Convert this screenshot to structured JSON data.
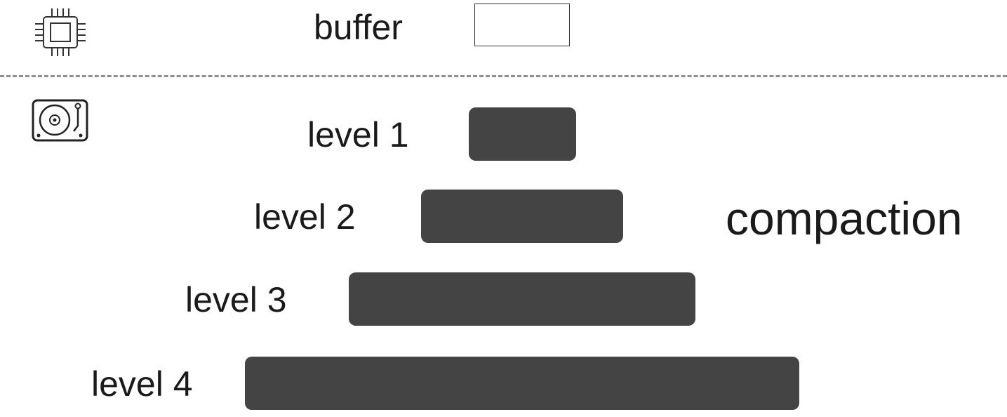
{
  "icons": {
    "memory": "cpu-chip-icon",
    "storage": "turntable-disk-icon"
  },
  "buffer": {
    "label": "buffer"
  },
  "levels": [
    {
      "label": "level 1"
    },
    {
      "label": "level 2"
    },
    {
      "label": "level 3"
    },
    {
      "label": "level 4"
    }
  ],
  "compaction": {
    "label": "compaction"
  },
  "colors": {
    "bar_fill": "#444444",
    "divider": "#8f8f8f"
  }
}
